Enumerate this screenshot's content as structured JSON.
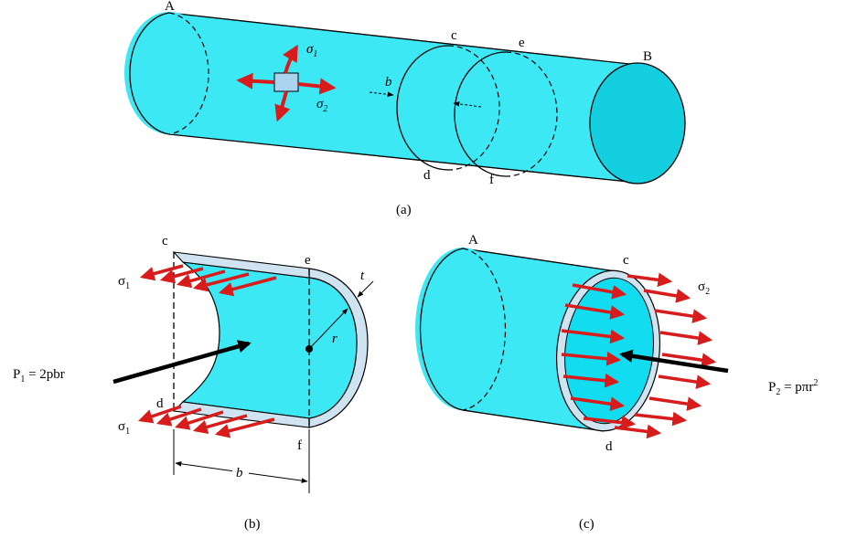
{
  "panels": {
    "a": {
      "caption": "(a)",
      "point_A": "A",
      "point_B": "B",
      "point_c": "c",
      "point_d": "d",
      "point_e": "e",
      "point_f": "f",
      "length_label": "b",
      "sigma1_symbol": "σ",
      "sigma1_sub": "1",
      "sigma2_symbol": "σ",
      "sigma2_sub": "2"
    },
    "b": {
      "caption": "(b)",
      "point_c": "c",
      "point_d": "d",
      "point_e": "e",
      "point_f": "f",
      "thickness_label": "t",
      "radius_label": "r",
      "length_label": "b",
      "sigma1_top_symbol": "σ",
      "sigma1_top_sub": "1",
      "sigma1_bottom_symbol": "σ",
      "sigma1_bottom_sub": "1",
      "force_P": "P",
      "force_sub": "1",
      "force_expr": " = 2pbr"
    },
    "c": {
      "caption": "(c)",
      "point_A": "A",
      "point_c": "c",
      "point_d": "d",
      "sigma2_symbol": "σ",
      "sigma2_sub": "2",
      "force_P": "P",
      "force_sub": "2",
      "force_expr": " = pπr",
      "force_sup": "2"
    }
  },
  "colors": {
    "cylinder": "#3de8f5",
    "cylinder_end": "#14cfe0",
    "stress_arrow": "#d81b1b",
    "force_arrow": "#000000",
    "wall": "#cfe3f0",
    "element": "#a9d3ee"
  }
}
